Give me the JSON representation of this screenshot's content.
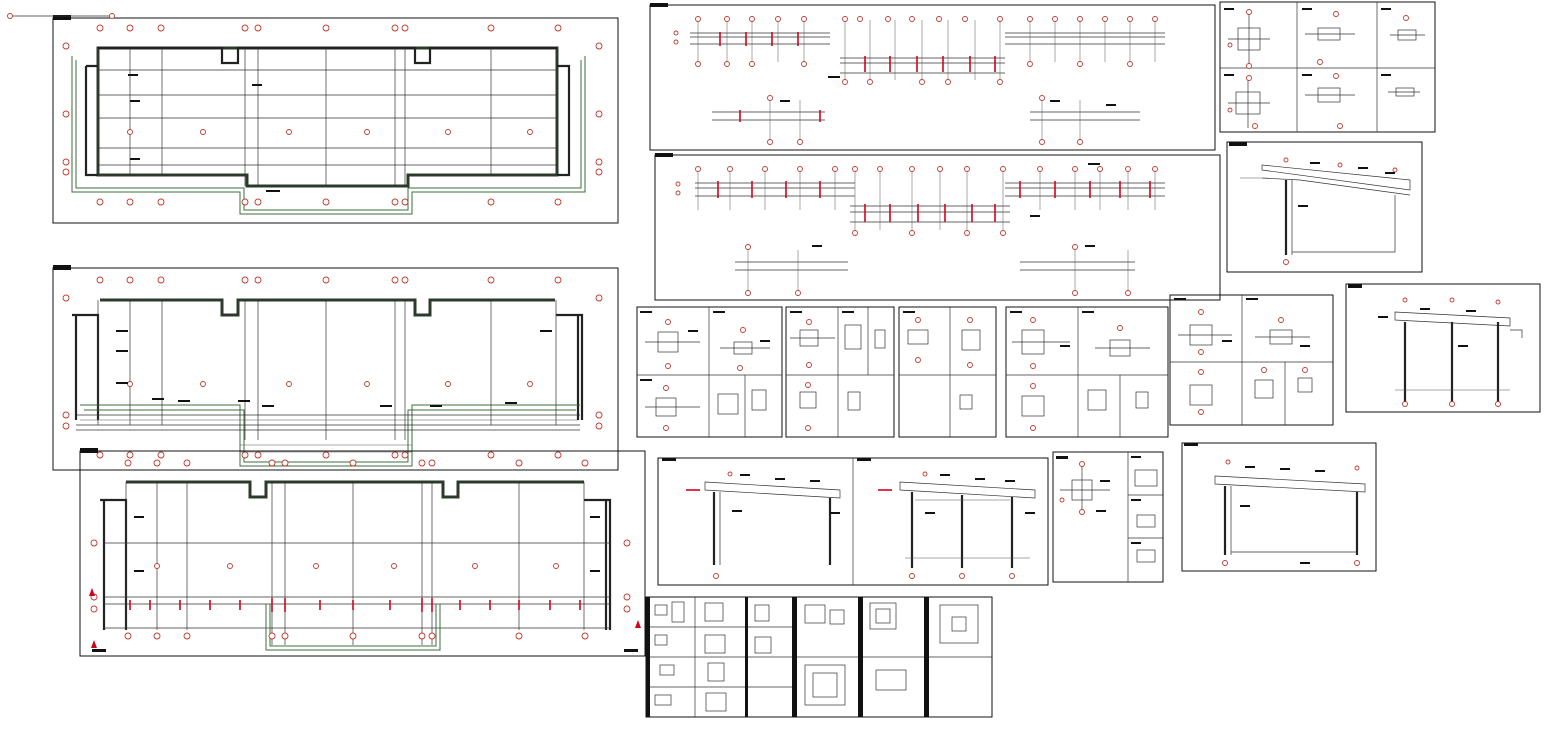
{
  "drawing": {
    "accent_color": "#c0392b",
    "line_color": "#111111",
    "background": "#ffffff"
  },
  "views": [
    {
      "id": "plan-top"
    },
    {
      "id": "plan-middle"
    },
    {
      "id": "plan-bottom"
    },
    {
      "id": "elevation-top-1"
    },
    {
      "id": "elevation-top-2"
    },
    {
      "id": "detail-grid-top-right"
    },
    {
      "id": "section-right-1"
    },
    {
      "id": "detail-row-middle"
    },
    {
      "id": "section-right-2"
    },
    {
      "id": "section-pair-lower"
    },
    {
      "id": "detail-small-lower"
    },
    {
      "id": "section-right-3"
    },
    {
      "id": "table-details-bottom"
    }
  ]
}
